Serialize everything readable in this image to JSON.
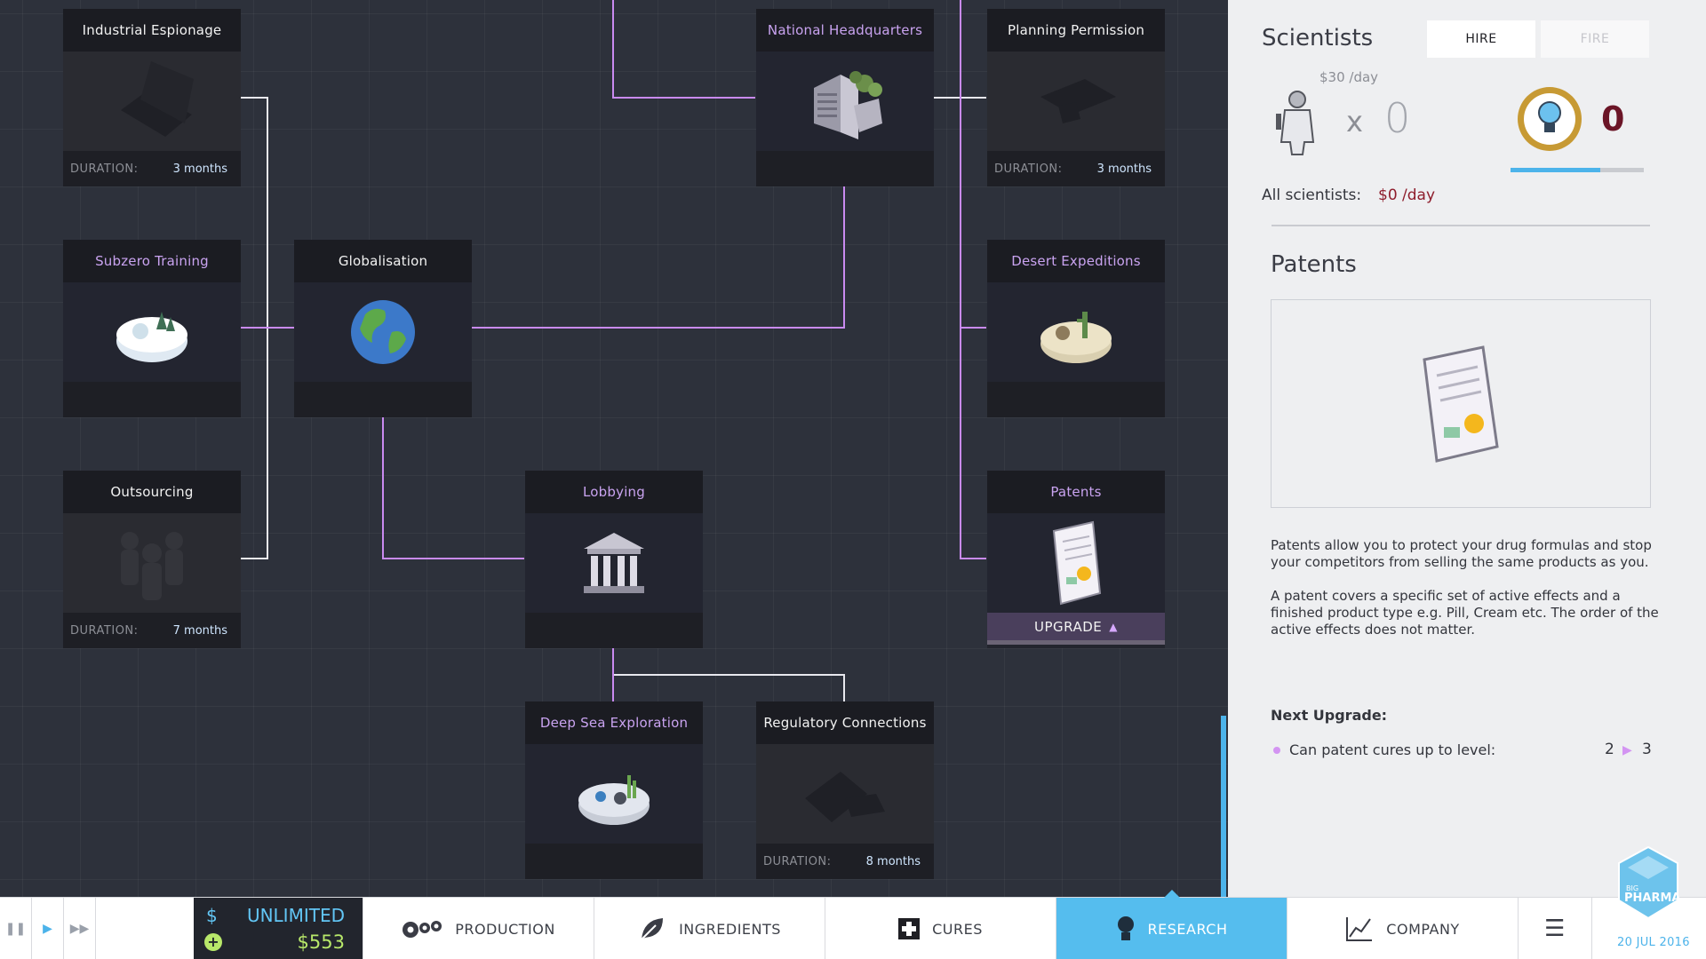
{
  "research": {
    "nodes": [
      {
        "id": "industrial_espionage",
        "name": "Industrial Espionage",
        "state": "locked",
        "duration_label": "DURATION:",
        "duration": "3 months",
        "icon": "laptop-icon"
      },
      {
        "id": "national_headquarters",
        "name": "National Headquarters",
        "state": "unlocked",
        "icon": "office-building-icon"
      },
      {
        "id": "planning_permission",
        "name": "Planning Permission",
        "state": "locked",
        "duration_label": "DURATION:",
        "duration": "3 months",
        "icon": "permit-icon"
      },
      {
        "id": "subzero_training",
        "name": "Subzero Training",
        "state": "unlocked",
        "icon": "snow-island-icon"
      },
      {
        "id": "globalisation",
        "name": "Globalisation",
        "state": "owned",
        "icon": "globe-icon"
      },
      {
        "id": "desert_expeditions",
        "name": "Desert Expeditions",
        "state": "unlocked",
        "icon": "desert-island-icon"
      },
      {
        "id": "outsourcing",
        "name": "Outsourcing",
        "state": "locked",
        "duration_label": "DURATION:",
        "duration": "7 months",
        "icon": "people-icon"
      },
      {
        "id": "lobbying",
        "name": "Lobbying",
        "state": "unlocked",
        "icon": "government-building-icon"
      },
      {
        "id": "patents",
        "name": "Patents",
        "state": "unlocked",
        "upgrade_label": "UPGRADE",
        "icon": "patent-scroll-icon"
      },
      {
        "id": "deep_sea_exploration",
        "name": "Deep Sea Exploration",
        "state": "unlocked",
        "icon": "sea-island-icon"
      },
      {
        "id": "regulatory_connections",
        "name": "Regulatory Connections",
        "state": "locked",
        "duration_label": "DURATION:",
        "duration": "8 months",
        "icon": "documents-icon"
      }
    ]
  },
  "panel": {
    "scientists_title": "Scientists",
    "hire_label": "HIRE",
    "fire_label": "FIRE",
    "cost_per_scientist": "$30 /day",
    "multiplier": "x",
    "scientist_count": "0",
    "idea_count": "0",
    "idea_progress": 0.67,
    "all_scientists_label": "All scientists:",
    "all_scientists_cost": "$0 /day",
    "detail_title": "Patents",
    "description_1": "Patents allow you to protect your drug formulas and stop your competitors from selling the same products as you.",
    "description_2": "A patent covers a specific set of active effects and a finished product type e.g. Pill, Cream etc. The order of the active effects does not matter.",
    "next_upgrade_label": "Next Upgrade:",
    "upgrade_item": "Can patent cures up to level:",
    "level_from": "2",
    "level_to": "3"
  },
  "bottom": {
    "money_label": "UNLIMITED",
    "money_value": "$553",
    "tabs": [
      {
        "label": "PRODUCTION",
        "icon": "gears-icon"
      },
      {
        "label": "INGREDIENTS",
        "icon": "leaf-icon"
      },
      {
        "label": "CURES",
        "icon": "medical-cross-icon"
      },
      {
        "label": "RESEARCH",
        "icon": "lightbulb-icon",
        "active": true
      },
      {
        "label": "COMPANY",
        "icon": "chart-icon"
      }
    ],
    "logo_small": "BIG",
    "logo_big": "PHARMA",
    "date": "20 JUL 2016"
  },
  "colors": {
    "accent_blue": "#55bdee",
    "link_purple": "#c98af0",
    "link_white": "#e8e8ee",
    "money_blue": "#62c6f5",
    "money_green": "#b8e86a",
    "cost_red": "#8e1d2c"
  }
}
